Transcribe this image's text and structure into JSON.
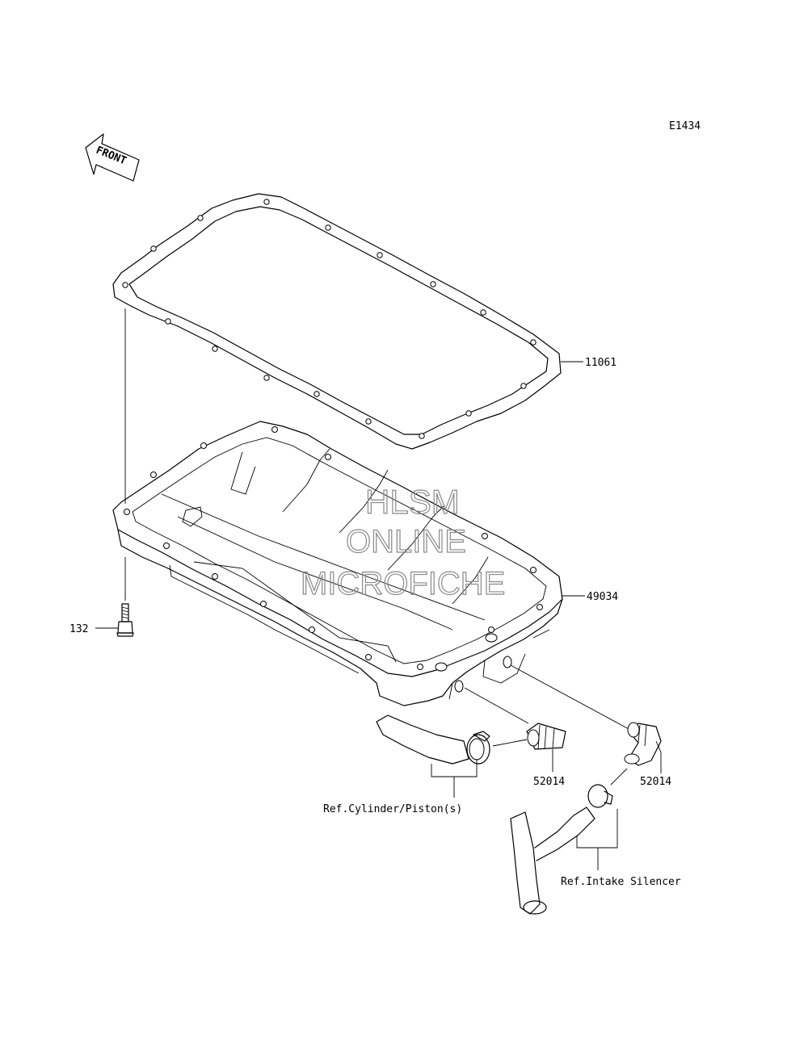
{
  "diagram_id": "E1434",
  "front_arrow_label": "FRONT",
  "watermark": {
    "line1": "HLSM",
    "line2": "ONLINE",
    "line3": "MICROFICHE"
  },
  "parts": {
    "gasket": "11061",
    "oil_pan": "49034",
    "bolt": "132",
    "fitting_left": "52014",
    "fitting_right": "52014"
  },
  "references": {
    "cylinder": "Ref.Cylinder/Piston(s)",
    "intake": "Ref.Intake Silencer"
  }
}
